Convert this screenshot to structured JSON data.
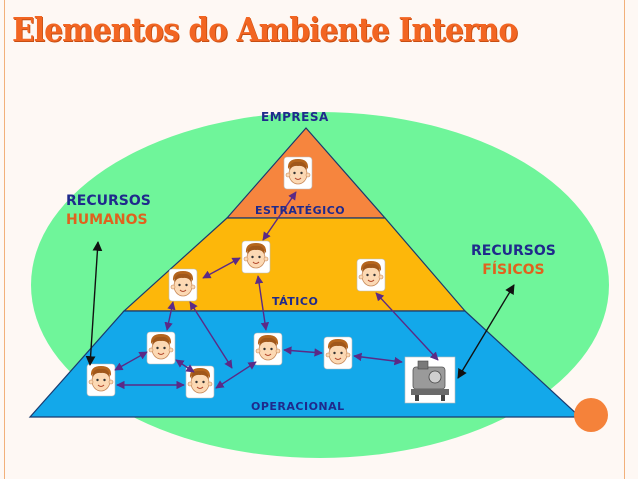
{
  "title": "Elementos do Ambiente Interno",
  "labels": {
    "empresa": "EMPRESA",
    "recursos_humanos": {
      "line1": "RECURSOS",
      "line2": "HUMANOS"
    },
    "recursos_fisicos": {
      "line1": "RECURSOS",
      "line2": "FÍSICOS"
    }
  },
  "levels": {
    "estrategico": "ESTRATÉGICO",
    "tatico": "TÁTICO",
    "operacional": "OPERACIONAL"
  },
  "colors": {
    "title": "#F26522",
    "ellipse": "#6FF59A",
    "top_level": "#F6853E",
    "middle_level": "#FDB70A",
    "bottom_level": "#13A8EA",
    "arrows": "#5B2A86",
    "label_blue": "#1F2A8C",
    "label_orange": "#E0621E"
  },
  "icons": {
    "person": "face-icon",
    "resource": "machine-icon"
  }
}
